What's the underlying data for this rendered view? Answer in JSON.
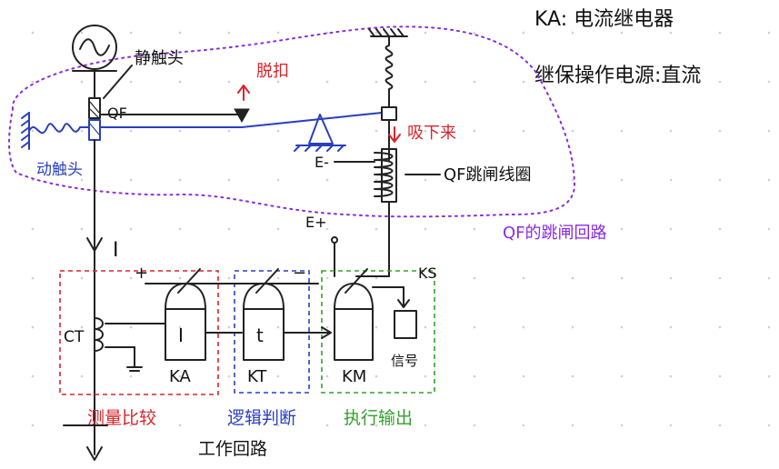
{
  "header_fragment": "",
  "legend": {
    "ka_def": "KA: 电流继电器",
    "power_def": "继保操作电源:直流"
  },
  "labels": {
    "power_source": "静触头",
    "qf": "QF",
    "dong_chutou": "动触头",
    "tuokou": "脱扣",
    "xiyin": "吸下来",
    "e_minus": "E-",
    "e_plus": "E+",
    "qf_coil": "QF跳闸线圈",
    "qf_trip_circuit": "QF的跳闸回路",
    "current": "I",
    "ct": "CT",
    "plus": "+",
    "minus": "−",
    "ks": "KS",
    "ka_symbol": "I",
    "kt_symbol": "t",
    "ka": "KA",
    "kt": "KT",
    "km": "KM",
    "signal": "信号",
    "measure": "测量比较",
    "logic": "逻辑判断",
    "execute": "执行输出",
    "work_circuit": "工作回路"
  },
  "colors": {
    "ink": "#222222",
    "red": "#d8242b",
    "blue": "#2a3fbf",
    "green": "#33a02c",
    "purple": "#8a2be2"
  }
}
